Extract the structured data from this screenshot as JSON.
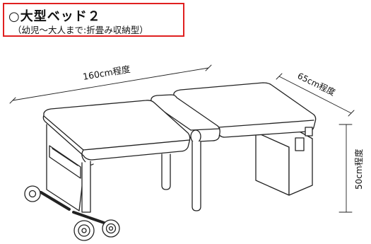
{
  "title": {
    "line1": "○大型ベッド２",
    "line2": "（幼児～大人まで:折畳み収納型）"
  },
  "dimensions": {
    "length": "160cm程度",
    "width": "65cm程度",
    "height": "50cm程度"
  },
  "colors": {
    "title_border": "#e02020",
    "line": "#222222"
  }
}
